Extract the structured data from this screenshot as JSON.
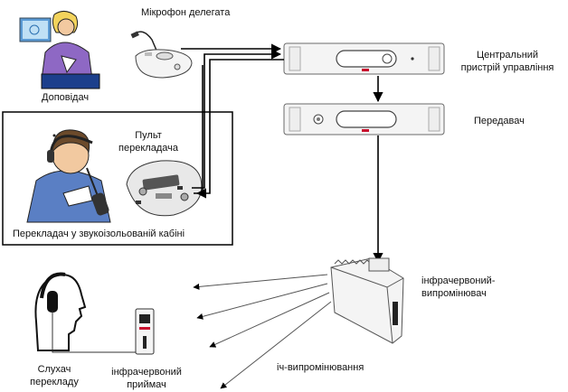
{
  "labels": {
    "speaker": "Доповідач",
    "delegate_mic": "Мікрофон делегата",
    "central_unit_line1": "Центральний",
    "central_unit_line2": "пристрій управління",
    "transmitter": "Передавач",
    "interpreter_desk_line1": "Пульт",
    "interpreter_desk_line2": "перекладача",
    "interpreter_booth": "Перекладач у звукоізольованій кабіні",
    "radiator_line1": "інфрачервоний-",
    "radiator_line2": "випромінювач",
    "listener_line1": "Слухач",
    "listener_line2": "перекладу",
    "receiver_line1": "інфрачервоний",
    "receiver_line2": "приймач",
    "ir_radiation": "іч-випромінювання"
  },
  "colors": {
    "line": "#000000",
    "device_fill": "#f4f4f4",
    "device_stroke": "#6a6a6a",
    "accent_red": "#c8102e",
    "skin": "#f2c9a0",
    "shirt_blue": "#5a7fc4",
    "hair_brown": "#6b4a2b"
  },
  "icons": {
    "speaker": "person-at-lectern-icon",
    "mic": "delegate-microphone-icon",
    "central": "central-control-unit-icon",
    "transmitter": "transmitter-unit-icon",
    "interpreter": "interpreter-with-headset-icon",
    "desk": "interpreter-desk-icon",
    "radiator": "infrared-radiator-icon",
    "listener": "listener-head-with-headphones-icon",
    "receiver": "infrared-receiver-icon"
  }
}
